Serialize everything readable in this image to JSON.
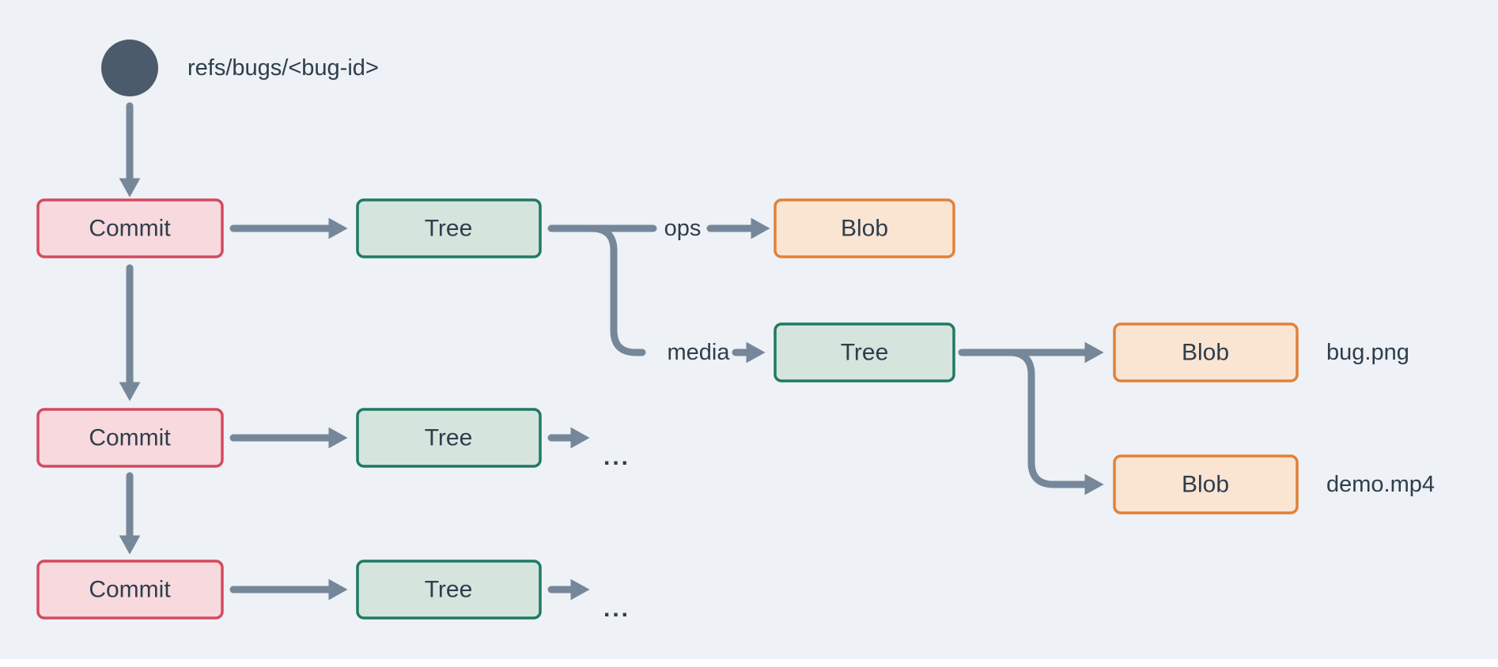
{
  "diagram": {
    "ref": {
      "label": "refs/bugs/<bug-id>"
    },
    "nodes": {
      "commit_row1": "Commit",
      "commit_row2": "Commit",
      "commit_row3": "Commit",
      "tree_row1": "Tree",
      "tree_row2": "Tree",
      "tree_row3": "Tree",
      "tree_media": "Tree",
      "blob_ops": "Blob",
      "blob_bug": "Blob",
      "blob_demo": "Blob"
    },
    "edge_labels": {
      "ops": "ops",
      "media": "media"
    },
    "file_labels": {
      "bug": "bug.png",
      "demo": "demo.mp4"
    },
    "ellipsis": {
      "row2": "...",
      "row3": "..."
    }
  },
  "colors": {
    "bg": "#eef1f5",
    "line": "#76879a",
    "text": "#2e3e4c",
    "ref-circle": "#4b5b6b",
    "commit-fill": "#f7d9de",
    "commit-border": "#d44a5e",
    "tree-fill": "#d5e4dd",
    "tree-border": "#1e7a64",
    "blob-fill": "#fae4d2",
    "blob-border": "#e0823a",
    "strip": "#ffffff"
  }
}
